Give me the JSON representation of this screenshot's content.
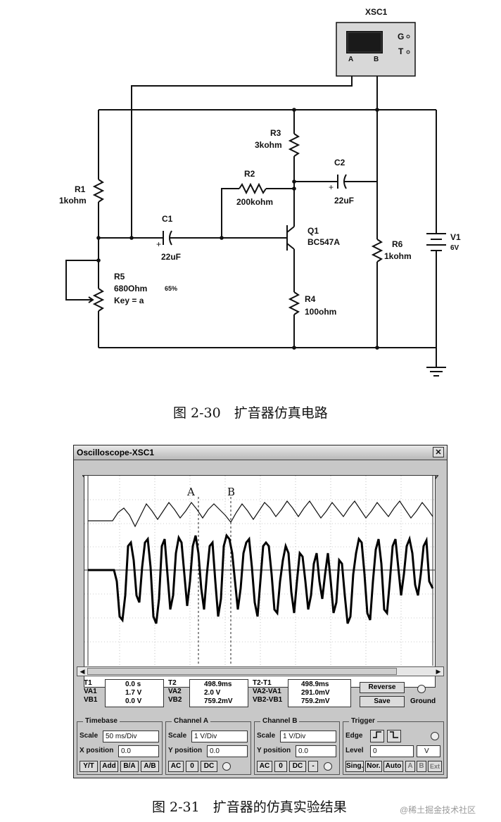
{
  "schematic": {
    "oscilloscope": {
      "name": "XSC1",
      "terminal_g": "G",
      "terminal_t": "T",
      "channel_a": "A",
      "channel_b": "B"
    },
    "components": [
      {
        "id": "R1",
        "value": "1kohm"
      },
      {
        "id": "R2",
        "value": "200kohm"
      },
      {
        "id": "R3",
        "value": "3kohm"
      },
      {
        "id": "R4",
        "value": "100ohm"
      },
      {
        "id": "R5",
        "value": "680Ohm",
        "key": "Key = a",
        "setting": "65%"
      },
      {
        "id": "R6",
        "value": "1kohm"
      },
      {
        "id": "C1",
        "value": "22uF",
        "polarity": "+"
      },
      {
        "id": "C2",
        "value": "22uF",
        "polarity": "+"
      },
      {
        "id": "Q1",
        "value": "BC547A"
      },
      {
        "id": "V1",
        "value": "6V"
      }
    ]
  },
  "captions": {
    "fig1": "图 2-30　扩音器仿真电路",
    "fig2": "图 2-31　扩音器的仿真实验结果"
  },
  "scope": {
    "title": "Oscilloscope-XSC1",
    "close_label": "✕",
    "cursor_a": "A",
    "cursor_b": "B",
    "readout": {
      "t1_labels": [
        "T1",
        "VA1",
        "VB1"
      ],
      "t1_values": [
        "0.0 s",
        "1.7 V",
        "0.0 V"
      ],
      "t2_labels": [
        "T2",
        "VA2",
        "VB2"
      ],
      "t2_values": [
        "498.9ms",
        "2.0 V",
        "759.2mV"
      ],
      "diff_labels": [
        "T2-T1",
        "VA2-VA1",
        "VB2-VB1"
      ],
      "diff_values": [
        "498.9ms",
        "291.0mV",
        "759.2mV"
      ],
      "reverse_label": "Reverse",
      "save_label": "Save",
      "ground_label": "Ground"
    },
    "timebase": {
      "title": "Timebase",
      "scale_label": "Scale",
      "scale_value": "50 ms/Div",
      "xpos_label": "X position",
      "xpos_value": "0.0",
      "modes": [
        "Y/T",
        "Add",
        "B/A",
        "A/B"
      ]
    },
    "channel_a": {
      "title": "Channel A",
      "scale_label": "Scale",
      "scale_value": "1 V/Div",
      "ypos_label": "Y position",
      "ypos_value": "0.0",
      "coupling": [
        "AC",
        "0",
        "DC"
      ]
    },
    "channel_b": {
      "title": "Channel B",
      "scale_label": "Scale",
      "scale_value": "1 V/Div",
      "ypos_label": "Y position",
      "ypos_value": "0.0",
      "coupling": [
        "AC",
        "0",
        "DC",
        "-"
      ]
    },
    "trigger": {
      "title": "Trigger",
      "edge_label": "Edge",
      "level_label": "Level",
      "level_value": "0",
      "level_unit": "V",
      "modes": [
        "Sing.",
        "Nor.",
        "Auto"
      ],
      "sources": [
        "A",
        "B",
        "Ext"
      ]
    }
  },
  "watermark": "@稀土掘金技术社区"
}
